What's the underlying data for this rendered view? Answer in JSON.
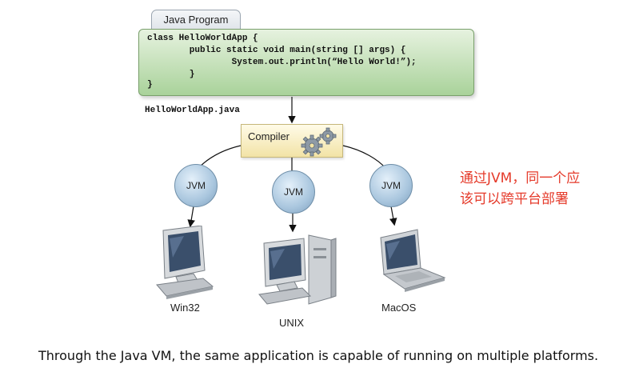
{
  "program_tab": "Java Program",
  "code_lines": [
    "class HelloWorldApp {",
    "        public static void main(string [] args) {",
    "                System.out.println(“Hello World!”);",
    "        }",
    "}"
  ],
  "filename": "HelloWorldApp.java",
  "compiler_label": "Compiler",
  "jvm_labels": [
    "JVM",
    "JVM",
    "JVM"
  ],
  "platforms": [
    "Win32",
    "UNIX",
    "MacOS"
  ],
  "note_lines": [
    "通过JVM，同一个应",
    "该可以跨平台部署"
  ],
  "caption": "Through the Java VM, the same application is capable of running on multiple platforms.",
  "colors": {
    "code_box": "#b9dcaa",
    "compiler_box": "#f6ebbd",
    "jvm": "#a9c6de",
    "note": "#e53a2a"
  }
}
